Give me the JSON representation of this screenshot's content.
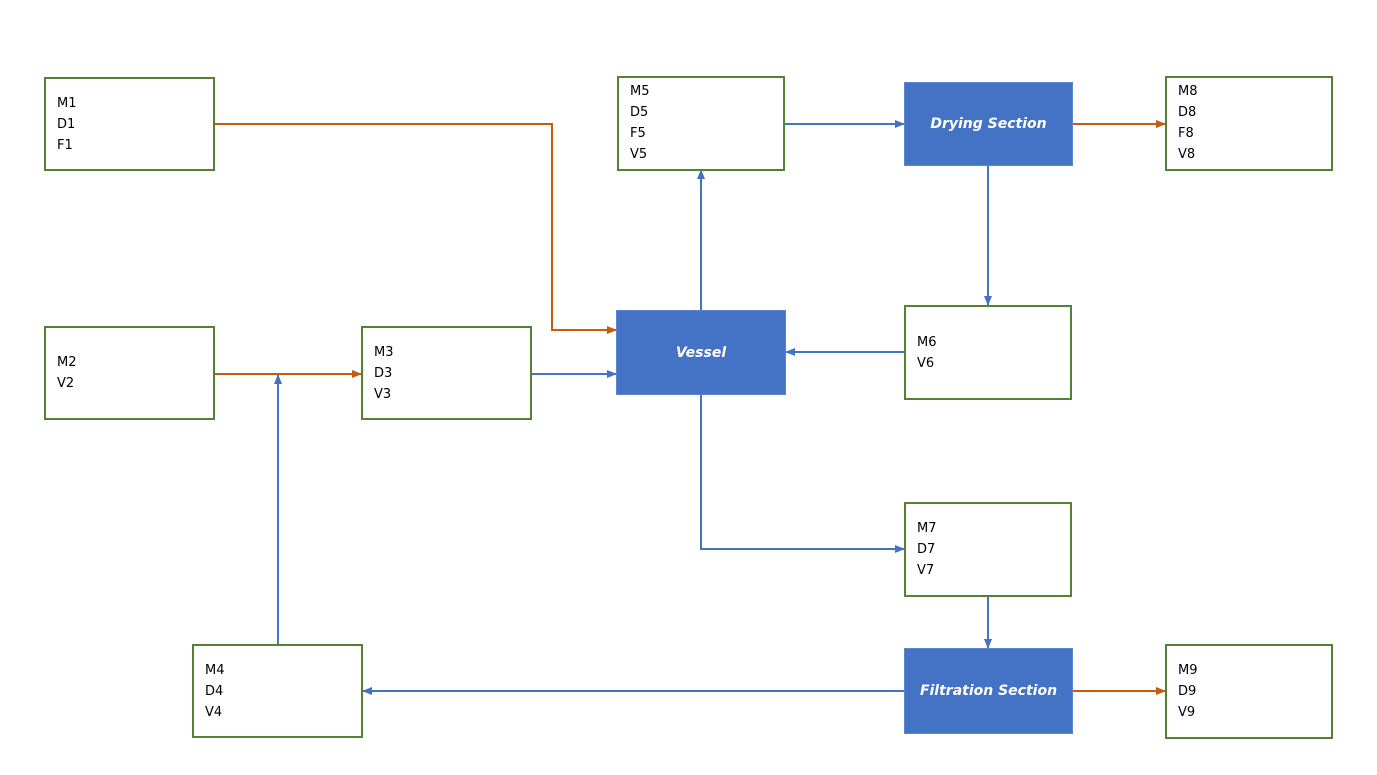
{
  "colors": {
    "box_border": "#548235",
    "process_fill": "#4472c4",
    "arrow_blue": "#4472c4",
    "arrow_orange": "#c55a11"
  },
  "boxes": {
    "b1": [
      "M1",
      "D1",
      "F1"
    ],
    "b2": [
      "M2",
      "V2"
    ],
    "b3": [
      "M3",
      "D3",
      "V3"
    ],
    "b4": [
      "M4",
      "D4",
      "V4"
    ],
    "b5": [
      "M5",
      "D5",
      "F5",
      "V5"
    ],
    "b6": [
      "M6",
      "V6"
    ],
    "b7": [
      "M7",
      "D7",
      "V7"
    ],
    "b8": [
      "M8",
      "D8",
      "F8",
      "V8"
    ],
    "b9": [
      "M9",
      "D9",
      "V9"
    ]
  },
  "process": {
    "vessel": "Vessel",
    "drying": "Drying Section",
    "filtration": "Filtration Section"
  }
}
